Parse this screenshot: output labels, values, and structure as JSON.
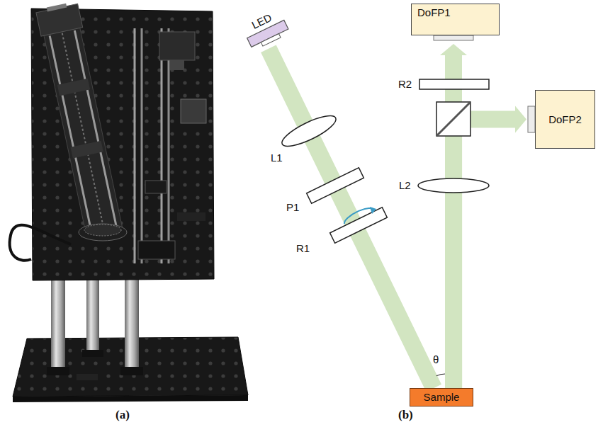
{
  "diagram": {
    "nodes": [
      {
        "text": [
          "LED"
        ]
      },
      {
        "text": [
          "DoFP1"
        ]
      },
      {
        "text": [
          "DoFP2"
        ]
      },
      {
        "text": [
          "Sample"
        ]
      }
    ],
    "edges": [
      {
        "from": 0,
        "to": 3,
        "arrow": "none"
      },
      {
        "from": 3,
        "to": 1,
        "arrow": "to"
      },
      {
        "from": 3,
        "to": 2,
        "arrow": "to"
      }
    ],
    "labels": [
      "(a)",
      "(b)",
      "L1",
      "P1",
      "R1",
      "R2",
      "L2",
      "θ"
    ]
  }
}
